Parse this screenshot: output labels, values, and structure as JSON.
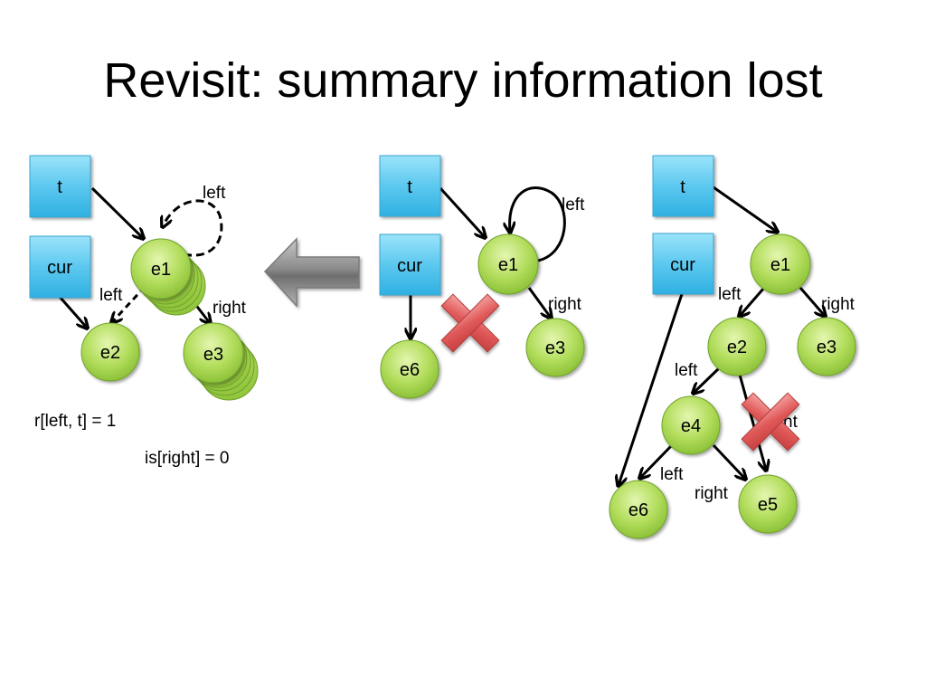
{
  "title": "Revisit: summary information lost",
  "colors": {
    "box_fill": "#5cc8ef",
    "node_fill": "#a8d850",
    "cross": "#e05a5a"
  },
  "icons": [
    "left-arrow-icon",
    "cross-icon"
  ],
  "panel_left": {
    "var_t": "t",
    "var_cur": "cur",
    "node_e1": "e1",
    "node_e2": "e2",
    "node_e3": "e3",
    "edge_left_loop": "left",
    "edge_left": "left",
    "edge_right": "right",
    "formula_r": "r[left, t] = 1",
    "formula_is": "is[right] = 0"
  },
  "panel_middle": {
    "var_t": "t",
    "var_cur": "cur",
    "node_e1": "e1",
    "node_e3": "e3",
    "node_e6": "e6",
    "edge_left_loop": "left",
    "edge_right": "right"
  },
  "panel_right": {
    "var_t": "t",
    "var_cur": "cur",
    "node_e1": "e1",
    "node_e2": "e2",
    "node_e3": "e3",
    "node_e4": "e4",
    "node_e5": "e5",
    "node_e6": "e6",
    "edge_e1_left": "left",
    "edge_e1_right": "right",
    "edge_e2_left": "left",
    "edge_e2_right_partial": "nt",
    "edge_e4_left": "left",
    "edge_e4_right": "right"
  }
}
